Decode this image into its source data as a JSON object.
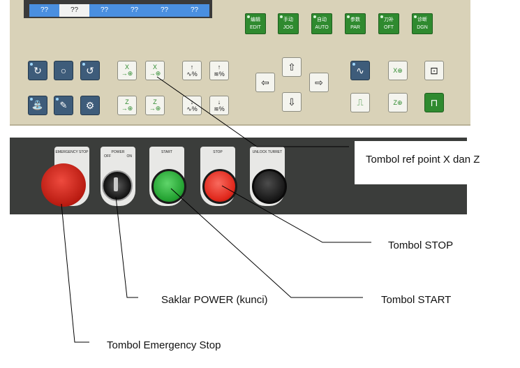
{
  "screen": {
    "cells": [
      "??",
      "??",
      "??",
      "??",
      "??",
      "??"
    ],
    "active_index": 1
  },
  "mode_buttons": [
    {
      "cn": "编辑",
      "en": "EDIT"
    },
    {
      "cn": "手动",
      "en": "JOG"
    },
    {
      "cn": "自动",
      "en": "AUTO"
    },
    {
      "cn": "参数",
      "en": "PAR"
    },
    {
      "cn": "刀补",
      "en": "OFT"
    },
    {
      "cn": "诊断",
      "en": "DGN"
    }
  ],
  "keys": {
    "x_label": "X",
    "z_label": "Z",
    "pct": "%"
  },
  "plates": [
    {
      "label": "EMERGENCY STOP"
    },
    {
      "label": "POWER",
      "off": "OFF",
      "on": "ON"
    },
    {
      "label": "START"
    },
    {
      "label": "STOP"
    },
    {
      "label": "UNLOCK TURRET"
    }
  ],
  "callouts": {
    "ref_point": "Tombol ref point X dan Z",
    "stop": "Tombol STOP",
    "power": "Saklar POWER (kunci)",
    "start": "Tombol START",
    "emergency": "Tombol Emergency Stop"
  },
  "colors": {
    "panel": "#d9d2b8",
    "mode_green": "#2f8a2f",
    "key_blue": "#3e5c7a",
    "emergency_red": "#d42a1e",
    "start_green": "#2fae3c",
    "stop_red": "#e0281c"
  }
}
